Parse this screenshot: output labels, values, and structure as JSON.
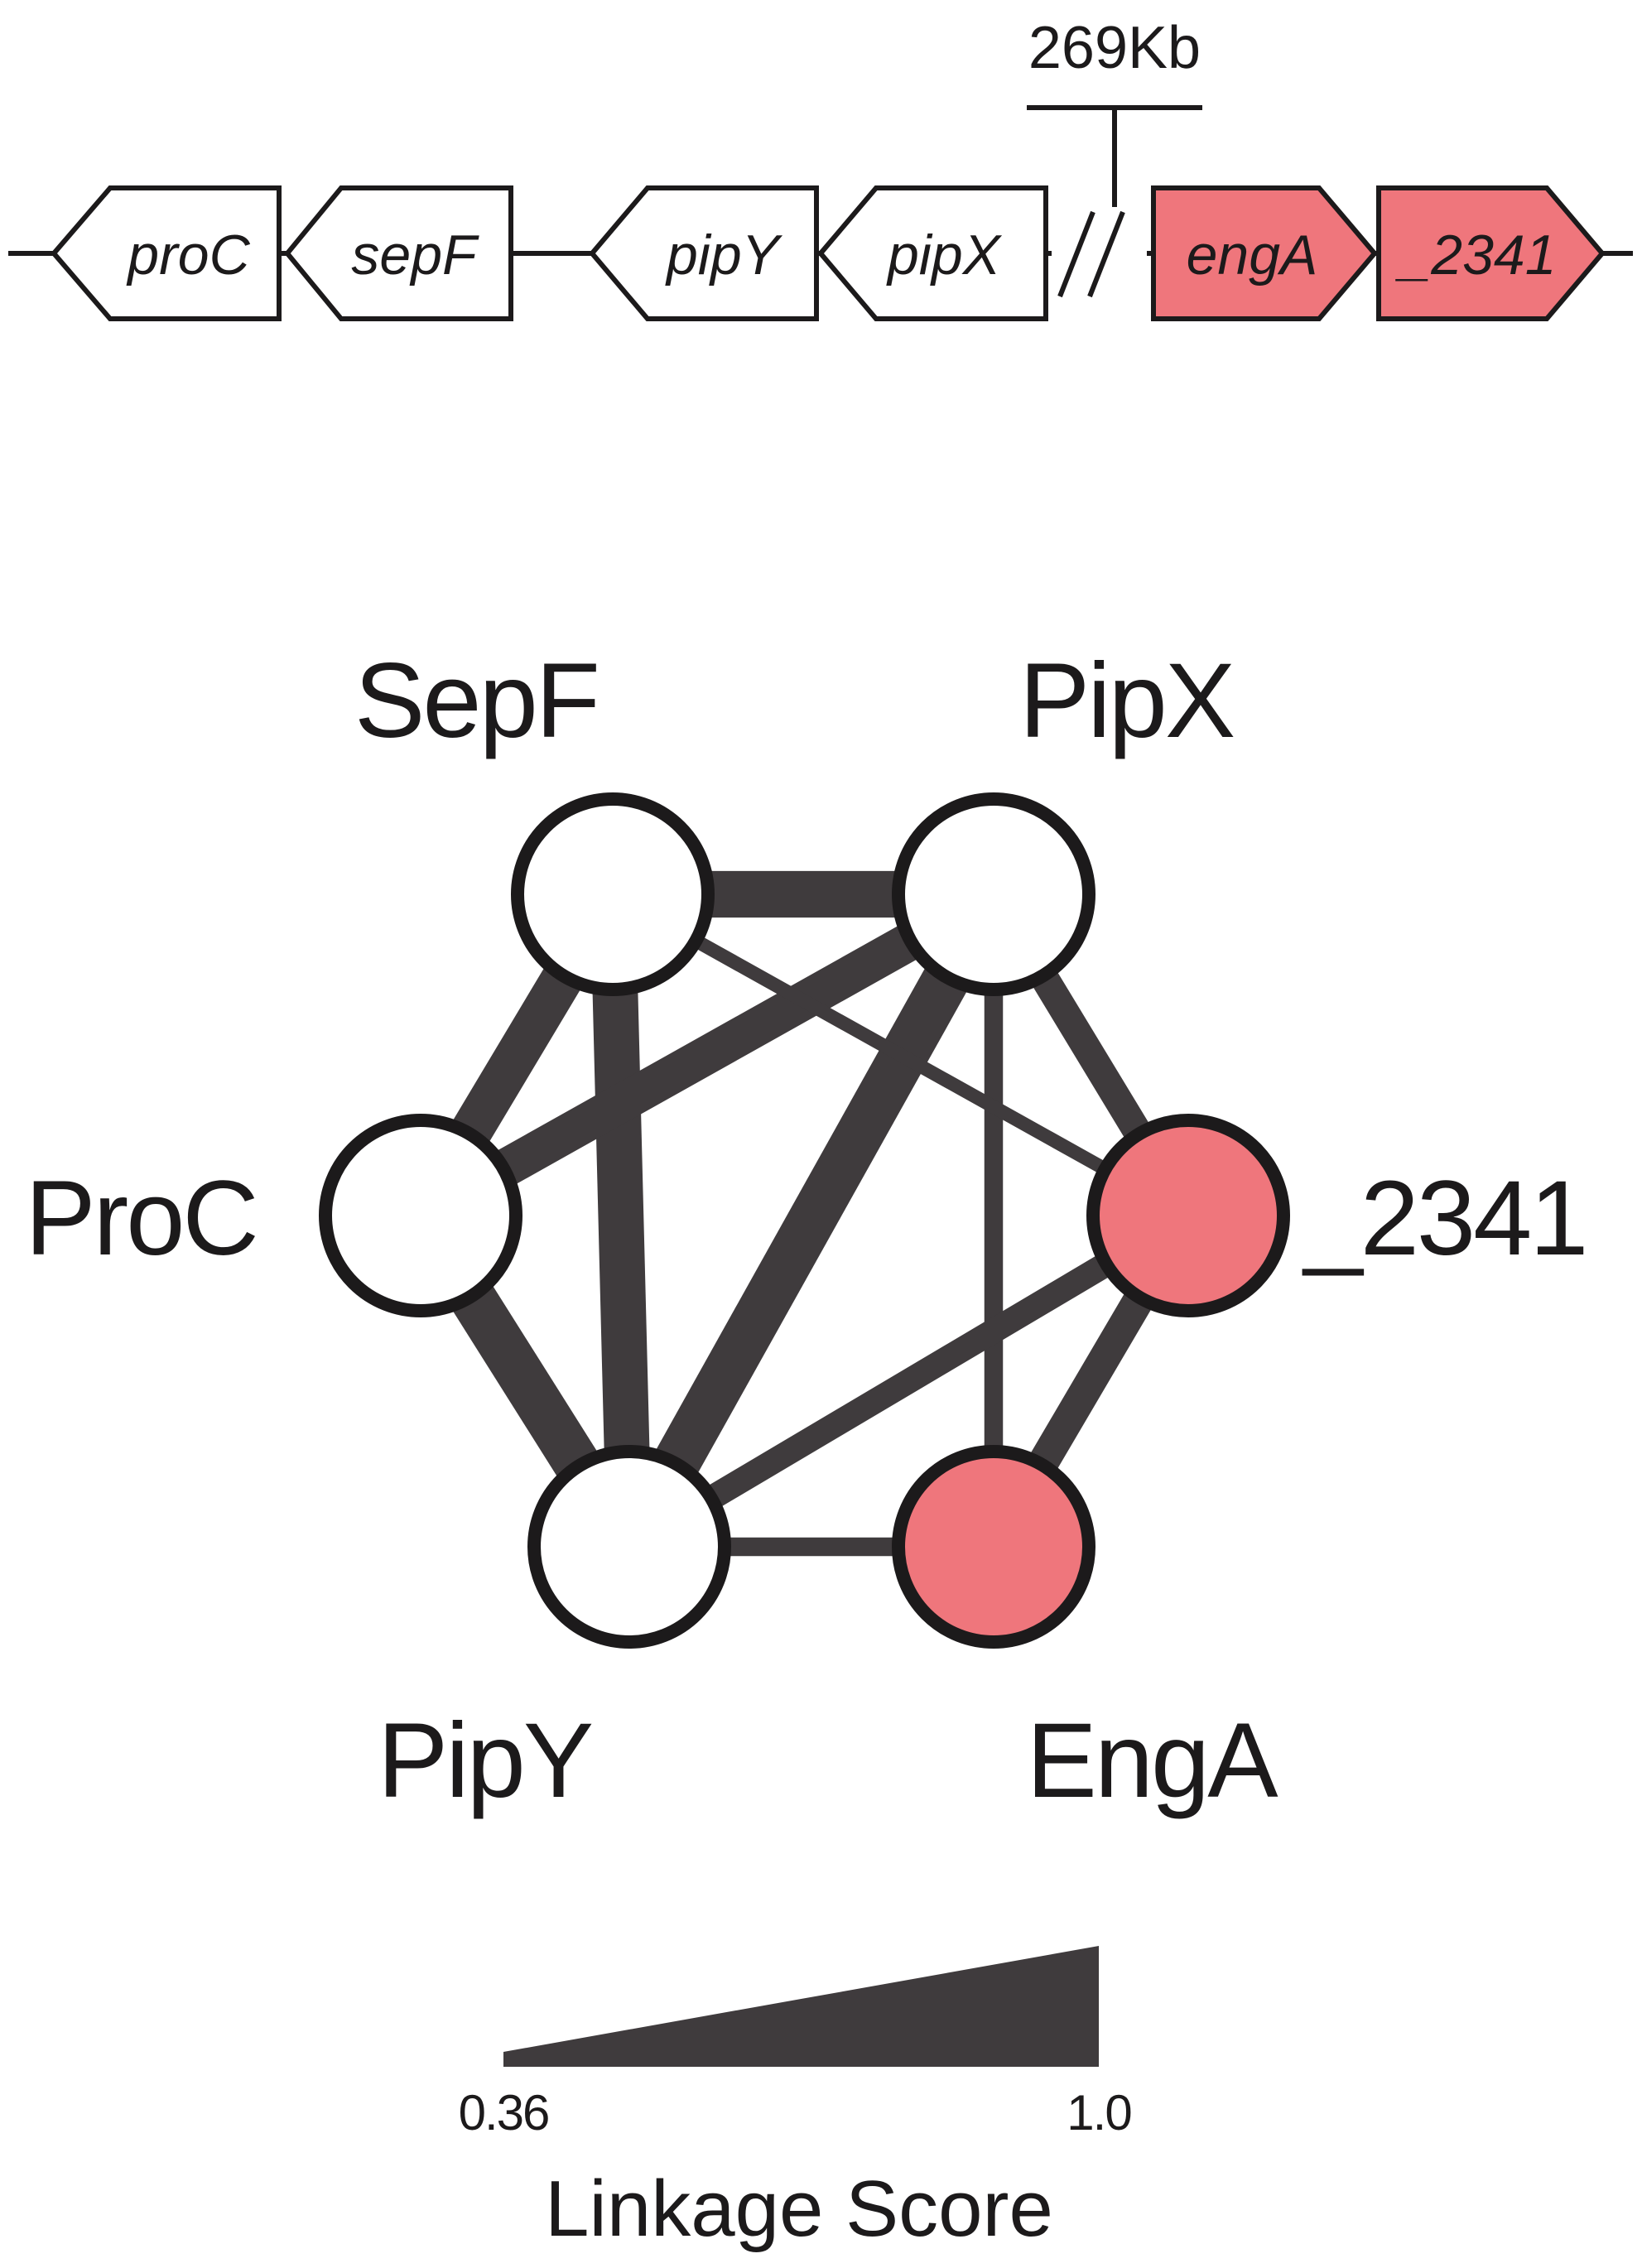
{
  "colors": {
    "ink": "#1c1a1b",
    "edge": "#3f3b3d",
    "highlight": "#ef767c",
    "plain_fill": "#ffffff"
  },
  "gene_track": {
    "distance_label": "269Kb",
    "genes": [
      {
        "id": "proc",
        "label": "proC",
        "strand": "reverse",
        "highlighted": false
      },
      {
        "id": "sepf",
        "label": "sepF",
        "strand": "reverse",
        "highlighted": false
      },
      {
        "id": "pipy",
        "label": "pipY",
        "strand": "reverse",
        "highlighted": false
      },
      {
        "id": "pipx",
        "label": "pipX",
        "strand": "reverse",
        "highlighted": false
      },
      {
        "id": "enga",
        "label": "engA",
        "strand": "forward",
        "highlighted": true
      },
      {
        "id": "2341",
        "label": "_2341",
        "strand": "forward",
        "highlighted": true
      }
    ]
  },
  "network": {
    "nodes": [
      {
        "id": "SepF",
        "label": "SepF",
        "highlighted": false
      },
      {
        "id": "PipX",
        "label": "PipX",
        "highlighted": false
      },
      {
        "id": "ProC",
        "label": "ProC",
        "highlighted": false
      },
      {
        "id": "_2341",
        "label": "_2341",
        "highlighted": true
      },
      {
        "id": "PipY",
        "label": "PipY",
        "highlighted": false
      },
      {
        "id": "EngA",
        "label": "EngA",
        "highlighted": true
      }
    ],
    "edges": [
      {
        "source": "SepF",
        "target": "PipX",
        "score": 0.95
      },
      {
        "source": "PipX",
        "target": "PipY",
        "score": 0.97
      },
      {
        "source": "SepF",
        "target": "PipY",
        "score": 0.93
      },
      {
        "source": "ProC",
        "target": "PipY",
        "score": 0.96
      },
      {
        "source": "ProC",
        "target": "SepF",
        "score": 0.88
      },
      {
        "source": "ProC",
        "target": "PipX",
        "score": 0.82
      },
      {
        "source": "PipX",
        "target": "_2341",
        "score": 0.66
      },
      {
        "source": "_2341",
        "target": "EngA",
        "score": 0.7
      },
      {
        "source": "PipX",
        "target": "EngA",
        "score": 0.5
      },
      {
        "source": "SepF",
        "target": "_2341",
        "score": 0.42
      },
      {
        "source": "PipY",
        "target": "_2341",
        "score": 0.6
      },
      {
        "source": "PipY",
        "target": "EngA",
        "score": 0.5
      }
    ]
  },
  "legend": {
    "title": "Linkage Score",
    "min_label": "0.36",
    "max_label": "1.0",
    "min": 0.36,
    "max": 1.0
  }
}
